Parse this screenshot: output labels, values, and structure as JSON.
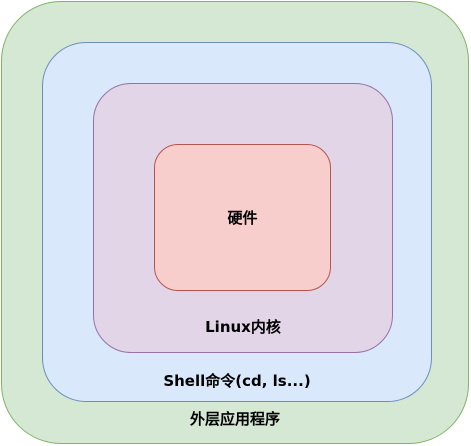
{
  "layers": [
    {
      "label": "外层应用程序",
      "fill": "#d5e8d4",
      "stroke": "#82b366"
    },
    {
      "label": "Shell命令(cd, ls...)",
      "fill": "#dae8fc",
      "stroke": "#6c8ebf"
    },
    {
      "label": "Linux内核",
      "fill": "#e1d5e7",
      "stroke": "#9673a6"
    },
    {
      "label": "硬件",
      "fill": "#f8cecc",
      "stroke": "#b85450"
    }
  ]
}
